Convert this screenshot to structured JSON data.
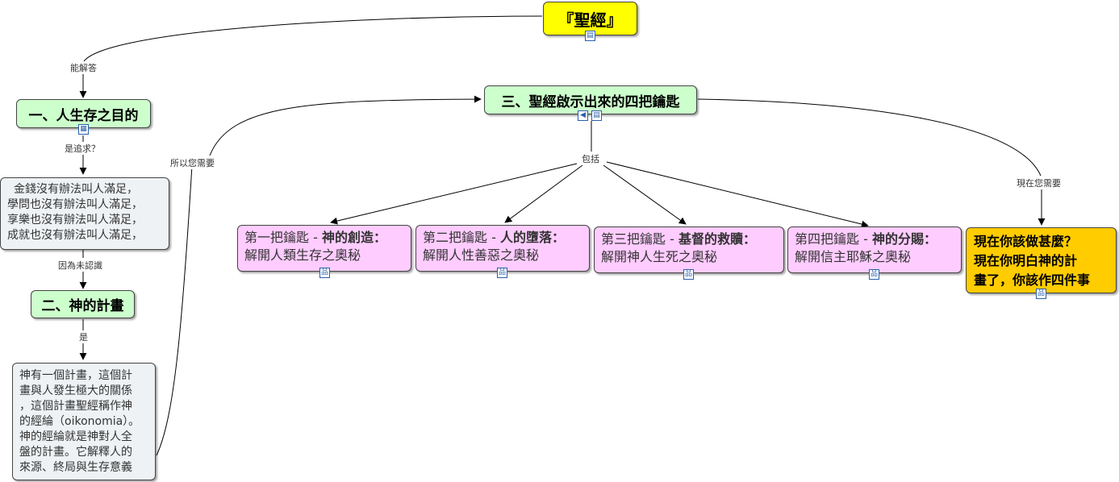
{
  "title": "『聖經』",
  "nodes": {
    "purpose": "一、人生存之目的",
    "plan": "二、神的計畫",
    "keys": "三、聖經啟示出來的四把鑰匙",
    "money_text": [
      "金錢沒有辦法叫人滿足，",
      "學問也沒有辦法叫人滿足，",
      "享樂也沒有辦法叫人滿足，",
      "成就也沒有辦法叫人滿足，"
    ],
    "plan_text": [
      "神有一個計畫，這個計",
      "畫與人發生極大的關係",
      "，這個計畫聖經稱作神",
      "的經綸（oikonomia）。",
      "神的經綸就是神對人全",
      "盤的計畫。它解釋人的",
      "來源、終局與生存意義"
    ],
    "key1": {
      "prefix": "第一把鑰匙 - ",
      "bold": "神的創造：",
      "line2": "解開人類生存之奧秘"
    },
    "key2": {
      "prefix": "第二把鑰匙 - ",
      "bold": "人的墮落：",
      "line2": "解開人性善惡之奧秘"
    },
    "key3": {
      "prefix": "第三把鑰匙 - ",
      "bold": "基督的救贖：",
      "line2": "解開神人生死之奧秘"
    },
    "key4": {
      "prefix": "第四把鑰匙 - ",
      "bold": "神的分賜：",
      "line2": "解開信主耶穌之奧秘"
    },
    "now": [
      "現在你該做甚麼？",
      "現在你明白神的計",
      "畫了，你該作四件事"
    ]
  },
  "labels": {
    "can_answer": "能解答",
    "pursue": "是追求？",
    "not_know": "因為未認識",
    "is": "是",
    "so_you_need": "所以您需要",
    "include": "包括",
    "now_you_need": "現在您需要"
  },
  "icons": [
    "document-icon",
    "video-icon",
    "audio-icon",
    "concept-map-icon"
  ]
}
